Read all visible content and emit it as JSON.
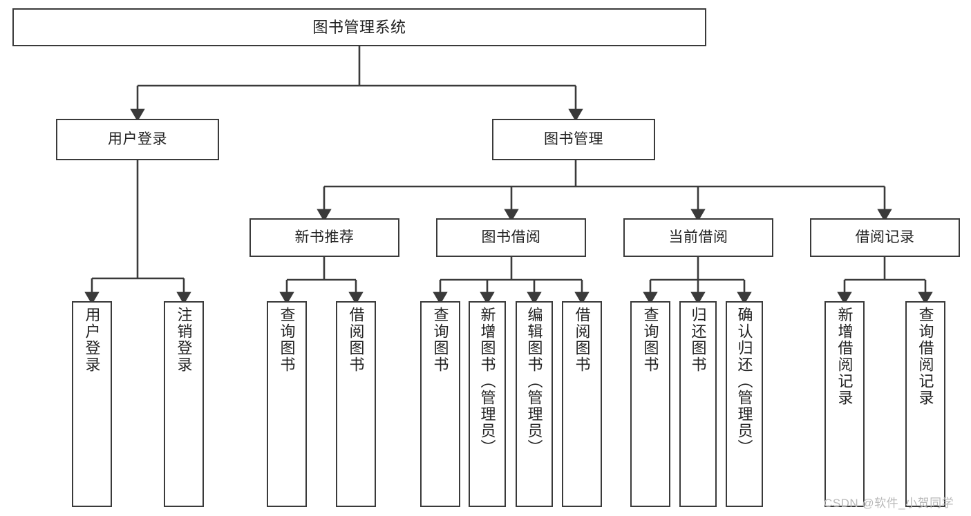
{
  "diagram": {
    "type": "hierarchy-tree",
    "title": "图书管理系统",
    "levels": 4,
    "line_color": "#3a3a3a",
    "box_fill": "#ffffff",
    "text_color": "#222222",
    "nodes": {
      "root": {
        "label": "图书管理系统"
      },
      "level2": [
        {
          "label": "用户登录"
        },
        {
          "label": "图书管理"
        }
      ],
      "level3": [
        {
          "label": "新书推荐"
        },
        {
          "label": "图书借阅"
        },
        {
          "label": "当前借阅"
        },
        {
          "label": "借阅记录"
        }
      ],
      "leaves": {
        "user_login": [
          {
            "label": "用户登录"
          },
          {
            "label": "注销登录"
          }
        ],
        "new_book": [
          {
            "label": "查询图书"
          },
          {
            "label": "借阅图书"
          }
        ],
        "book_borrow": [
          {
            "label": "查询图书"
          },
          {
            "label": "新增图书（管理员）"
          },
          {
            "label": "编辑图书（管理员）"
          },
          {
            "label": "借阅图书"
          }
        ],
        "current_borrow": [
          {
            "label": "查询图书"
          },
          {
            "label": "归还图书"
          },
          {
            "label": "确认归还（管理员）"
          }
        ],
        "borrow_record": [
          {
            "label": "新增借阅记录"
          },
          {
            "label": "查询借阅记录"
          }
        ]
      }
    }
  },
  "watermark": {
    "text": "CSDN @软件_小贺同学"
  }
}
